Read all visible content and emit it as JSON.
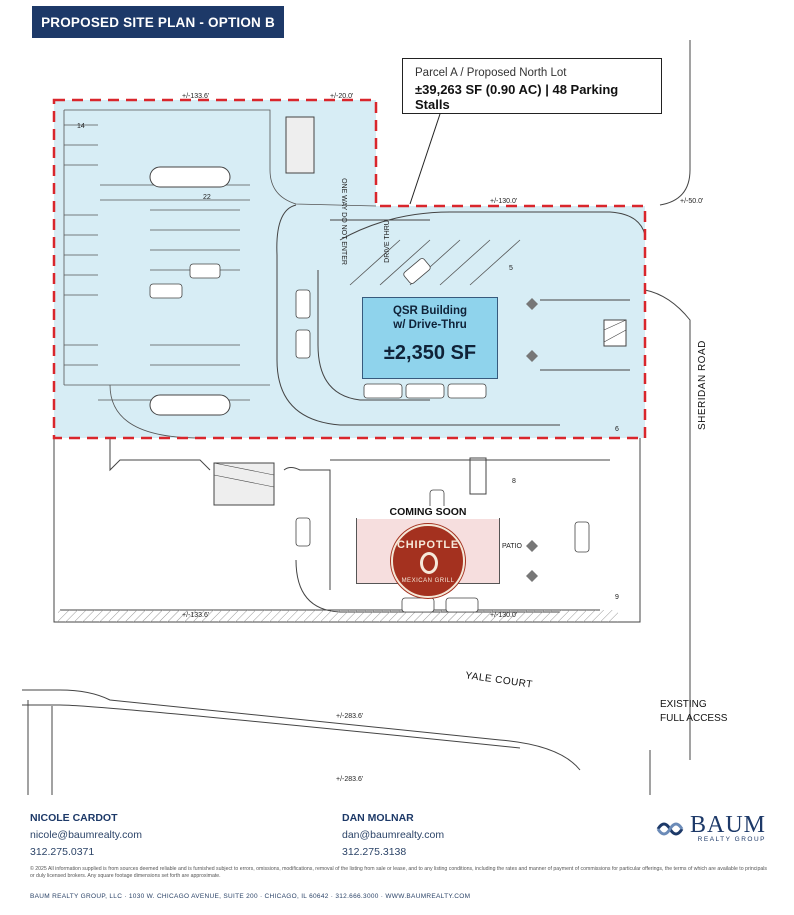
{
  "header": {
    "title": "PROPOSED SITE PLAN - OPTION B"
  },
  "callout": {
    "line1": "Parcel A / Proposed North Lot",
    "line2": "±39,263 SF (0.90 AC) | 48 Parking Stalls"
  },
  "qsr": {
    "line1": "QSR Building",
    "line2": "w/ Drive-Thru",
    "area": "±2,350 SF"
  },
  "chipotle": {
    "coming": "COMING SOON",
    "brand": "CHIPOTLE",
    "sub": "MEXICAN GRILL",
    "patio": "PATIO"
  },
  "plan_labels": {
    "road_sheridan": "SHERIDAN ROAD",
    "road_yale": "YALE COURT",
    "access": "EXISTING",
    "access2": "FULL ACCESS",
    "dim_top_1": "+/-133.6'",
    "dim_top_2": "+/-20.0'",
    "dim_top_3": "+/-130.0'",
    "dim_top_4": "+/-50.0'",
    "dim_mid": "+/-133.6'",
    "dim_mid_2": "+/-130.0'",
    "dim_bottom_1": "+/-283.6'",
    "dim_bottom_2": "+/-283.6'",
    "stall_14": "14",
    "stall_22": "22",
    "stall_5": "5",
    "stall_6": "6",
    "stall_8": "8",
    "stall_9": "9",
    "drive_thru": "DRIVE THRU",
    "one_way": "ONE WAY DO NOT ENTER"
  },
  "contacts": [
    {
      "name": "NICOLE CARDOT",
      "email": "nicole@baumrealty.com",
      "phone": "312.275.0371"
    },
    {
      "name": "DAN MOLNAR",
      "email": "dan@baumrealty.com",
      "phone": "312.275.3138"
    }
  ],
  "brand": {
    "name": "BAUM",
    "sub": "REALTY GROUP"
  },
  "disclaimer": "© 2025 All information supplied is from sources deemed reliable and is furnished subject to errors, omissions, modifications, removal of the listing from sale or lease, and to any listing conditions, including the rates and manner of payment of commissions for particular offerings, the terms of which are available to principals or duly licensed brokers. Any square footage dimensions set forth are approximate.",
  "footer_line": "BAUM REALTY GROUP, LLC · 1030 W. CHICAGO AVENUE, SUITE 200 · CHICAGO, IL 60642 · 312.666.3000 · WWW.BAUMREALTY.COM",
  "colors": {
    "navy": "#1d3968",
    "parcel": "#d7edf5",
    "qsr": "#8fd3ec",
    "boundary": "#d9262c",
    "chipotle": "#a4311f"
  }
}
